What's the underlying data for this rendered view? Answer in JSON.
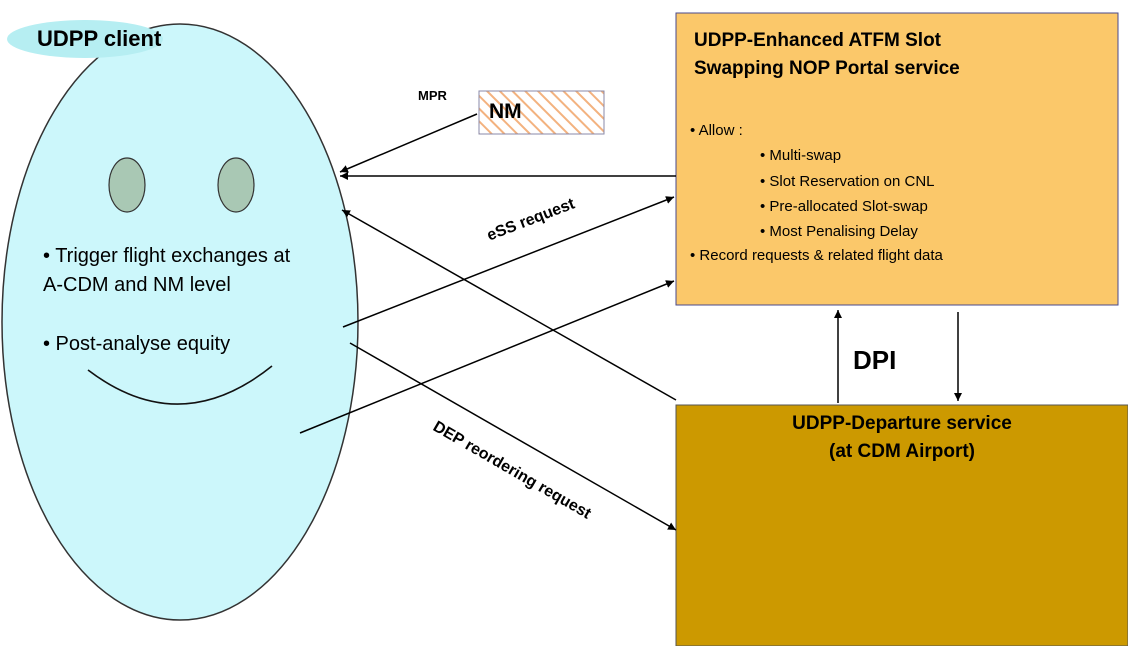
{
  "client": {
    "title": "UDPP client",
    "bullets": [
      "• Trigger flight exchanges at",
      "A-CDM and NM level",
      "• Post-analyse equity"
    ],
    "fill": "#ccf7fb",
    "badge_fill": "#b6eef2",
    "eye_fill": "#a9c8b4"
  },
  "nm": {
    "label": "NM",
    "hatch_color": "#f3b27f"
  },
  "mpr_label": "MPR",
  "portal": {
    "title_lines": [
      "UDPP-Enhanced ATFM Slot",
      "Swapping NOP Portal service"
    ],
    "allow_label": "• Allow :",
    "allow_items": [
      "• Multi-swap",
      "• Slot Reservation on CNL",
      "• Pre-allocated Slot-swap",
      "• Most Penalising Delay"
    ],
    "record_label": "• Record requests & related flight data",
    "fill": "#fbc86a",
    "border": "#4a4a8c"
  },
  "departure": {
    "title_lines": [
      "UDPP-Departure service",
      "(at CDM Airport)"
    ],
    "fill": "#cc9900"
  },
  "edges": {
    "ess_label": "eSS request",
    "dep_label": "DEP reordering request",
    "dpi_label": "DPI"
  }
}
